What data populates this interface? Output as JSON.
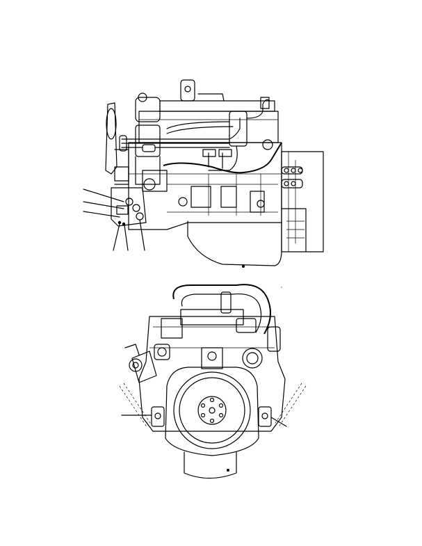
{
  "page": {
    "background": "#ffffff",
    "line_color": "#000000"
  },
  "figure": {
    "views": [
      {
        "name": "side-view",
        "callouts": 6
      },
      {
        "name": "rear-view",
        "callouts": 2
      }
    ]
  }
}
